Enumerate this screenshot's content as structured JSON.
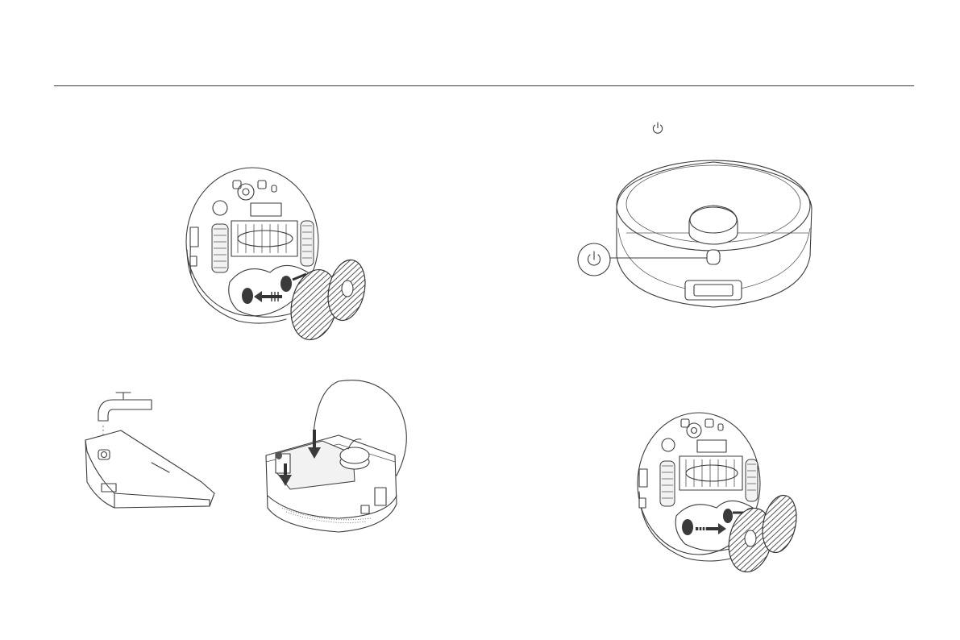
{
  "page": {
    "divider": "horizontal rule",
    "power_symbol": "power-icon"
  },
  "illustrations": [
    {
      "id": "step-remove-mop",
      "icon": "robot-underside-remove-mop-icon"
    },
    {
      "id": "step-power",
      "icon": "robot-top-power-button-icon"
    },
    {
      "id": "step-fill-tank",
      "icon": "water-tank-tap-icon"
    },
    {
      "id": "step-insert-tank",
      "icon": "insert-water-tank-icon"
    },
    {
      "id": "step-attach-mop",
      "icon": "robot-underside-attach-mop-icon"
    }
  ]
}
